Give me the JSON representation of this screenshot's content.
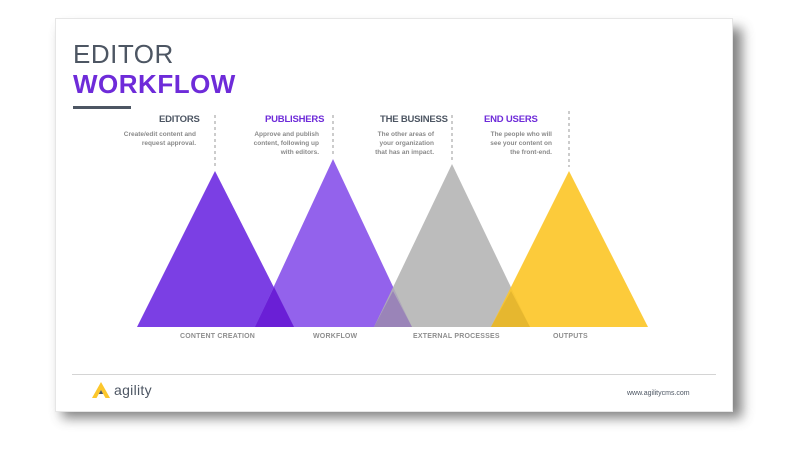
{
  "title": {
    "line1": "EDITOR",
    "line2": "WORKFLOW"
  },
  "roles": [
    {
      "name": "EDITORS",
      "desc_lines": [
        "Create/edit content and",
        "request approval."
      ],
      "color": "#4d5663"
    },
    {
      "name": "PUBLISHERS",
      "desc_lines": [
        "Approve and publish",
        "content, following up",
        "with editors."
      ],
      "color": "#6e2bd9"
    },
    {
      "name": "THE BUSINESS",
      "desc_lines": [
        "The other areas of",
        "your organization",
        "that has an impact."
      ],
      "color": "#4d5663"
    },
    {
      "name": "END USERS",
      "desc_lines": [
        "The people who will",
        "see your content on",
        "the front-end."
      ],
      "color": "#6e2bd9"
    }
  ],
  "stages": [
    {
      "label": "CONTENT CREATION",
      "color": "#7b3fe4"
    },
    {
      "label": "WORKFLOW",
      "color": "#8a55ea"
    },
    {
      "label": "EXTERNAL PROCESSES",
      "color": "#b3b3b3"
    },
    {
      "label": "OUTPUTS",
      "color": "#fcc72c"
    }
  ],
  "footer": {
    "logo_text": "agility",
    "logo_icon": "agility-logo-icon",
    "url": "www.agilitycms.com"
  },
  "colors": {
    "accent": "#6e2bd9",
    "heading": "#4d5663",
    "muted": "#8a8a8a",
    "yellow": "#fcc72c"
  }
}
